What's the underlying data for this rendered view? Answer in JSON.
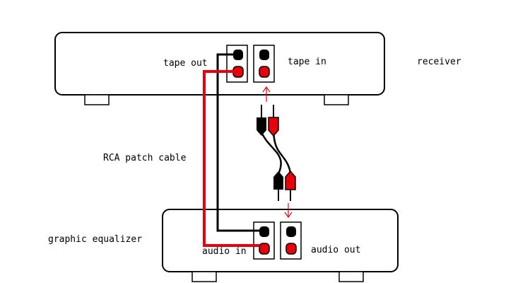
{
  "labels": {
    "tape_out": "tape out",
    "tape_in": "tape in",
    "receiver": "receiver",
    "rca_patch_cable": "RCA patch cable",
    "graphic_equalizer": "graphic equalizer",
    "audio_in": "audio in",
    "audio_out": "audio out"
  },
  "colors": {
    "red": "#e8000b",
    "black": "#000000",
    "outline": "#000000",
    "arrow": "#e8000b"
  },
  "icons": {
    "jack": "rca-jack-icon",
    "plug": "rca-plug-icon",
    "arrow": "arrow-icon"
  }
}
